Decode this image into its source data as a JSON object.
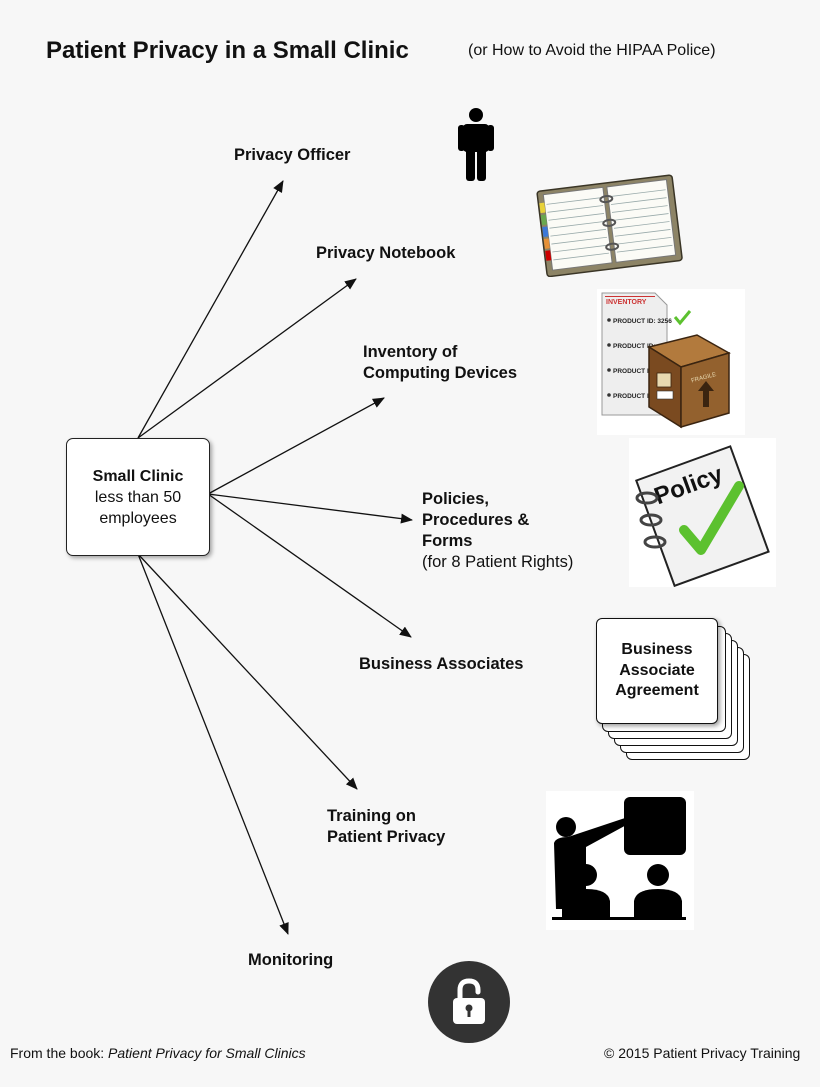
{
  "header": {
    "title": "Patient Privacy in a Small Clinic",
    "subtitle": "(or How to Avoid the HIPAA Police)"
  },
  "center": {
    "line1": "Small Clinic",
    "line2": "less than 50",
    "line3": "employees"
  },
  "branches": {
    "privacy_officer": "Privacy Officer",
    "privacy_notebook": "Privacy Notebook",
    "inventory_1": "Inventory of",
    "inventory_2": "Computing Devices",
    "policies_1": "Policies,",
    "policies_2": "Procedures &",
    "policies_3": "Forms",
    "policies_4": "(for 8 Patient Rights)",
    "business_associates": "Business Associates",
    "training_1": "Training on",
    "training_2": "Patient Privacy",
    "monitoring": "Monitoring"
  },
  "illustrations": {
    "inventory_header": "INVENTORY",
    "product_rows": [
      "PRODUCT ID: 3256",
      "PRODUCT ID:",
      "PRODUCT ID:",
      "PRODUCT ID:"
    ],
    "box_stamp": "FRAGILE",
    "policy_word": "Policy",
    "ba_line1": "Business",
    "ba_line2": "Associate",
    "ba_line3": "Agreement"
  },
  "footer": {
    "prefix": "From the book: ",
    "book": "Patient Privacy for Small Clinics",
    "copyright": "© 2015 Patient Privacy Training"
  },
  "icons": [
    "person-icon",
    "notebook-icon",
    "inventory-icon",
    "policy-icon",
    "agreement-stack-icon",
    "training-icon",
    "lock-icon"
  ],
  "colors": {
    "arrow": "#111111",
    "check": "#5cc12f",
    "lock_bg": "#333333",
    "box_wood": "#8a5a2b"
  }
}
